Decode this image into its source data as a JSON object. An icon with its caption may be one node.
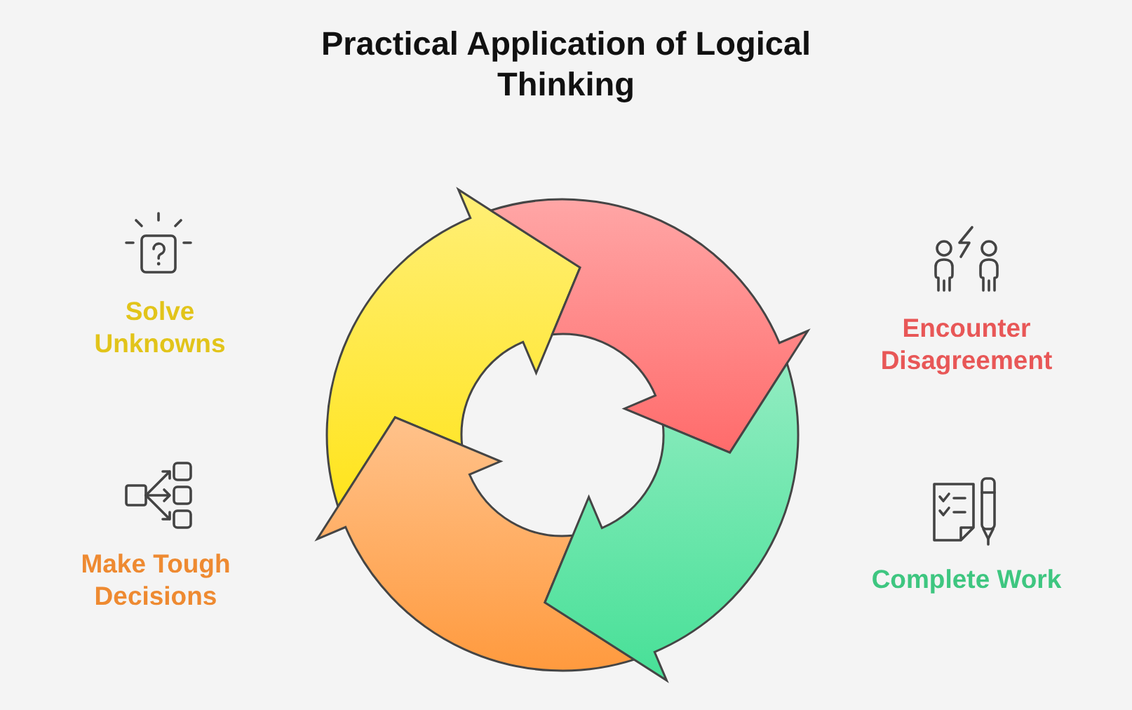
{
  "diagram": {
    "title": "Practical Application of Logical Thinking",
    "nodes": [
      {
        "text": [],
        "shape": "arrow"
      },
      {
        "text": [],
        "shape": "arrow"
      },
      {
        "text": [],
        "shape": "arrow"
      },
      {
        "text": [],
        "shape": "arrow"
      }
    ],
    "labels": [
      "Solve Unknowns",
      "Encounter Disagreement",
      "Make Tough Decisions",
      "Complete Work"
    ]
  }
}
